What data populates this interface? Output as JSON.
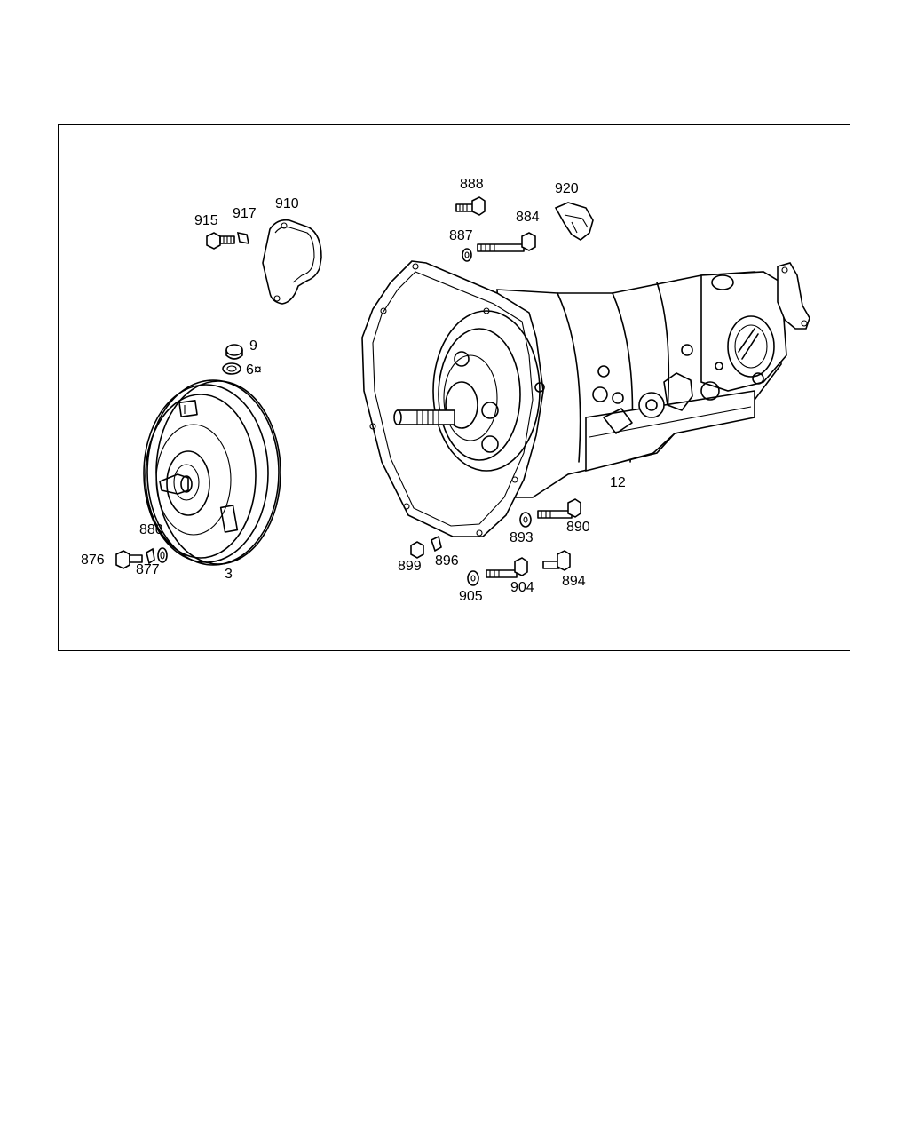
{
  "diagram": {
    "callouts": {
      "c888": "888",
      "c920": "920",
      "c915": "915",
      "c917": "917",
      "c910": "910",
      "c884": "884",
      "c887": "887",
      "c9": "9",
      "c6": "6¤",
      "c12": "12",
      "c880": "880",
      "c876": "876",
      "c877": "877",
      "c3": "3",
      "c893": "893",
      "c890": "890",
      "c899": "899",
      "c896": "896",
      "c905": "905",
      "c904": "904",
      "c894": "894"
    }
  }
}
